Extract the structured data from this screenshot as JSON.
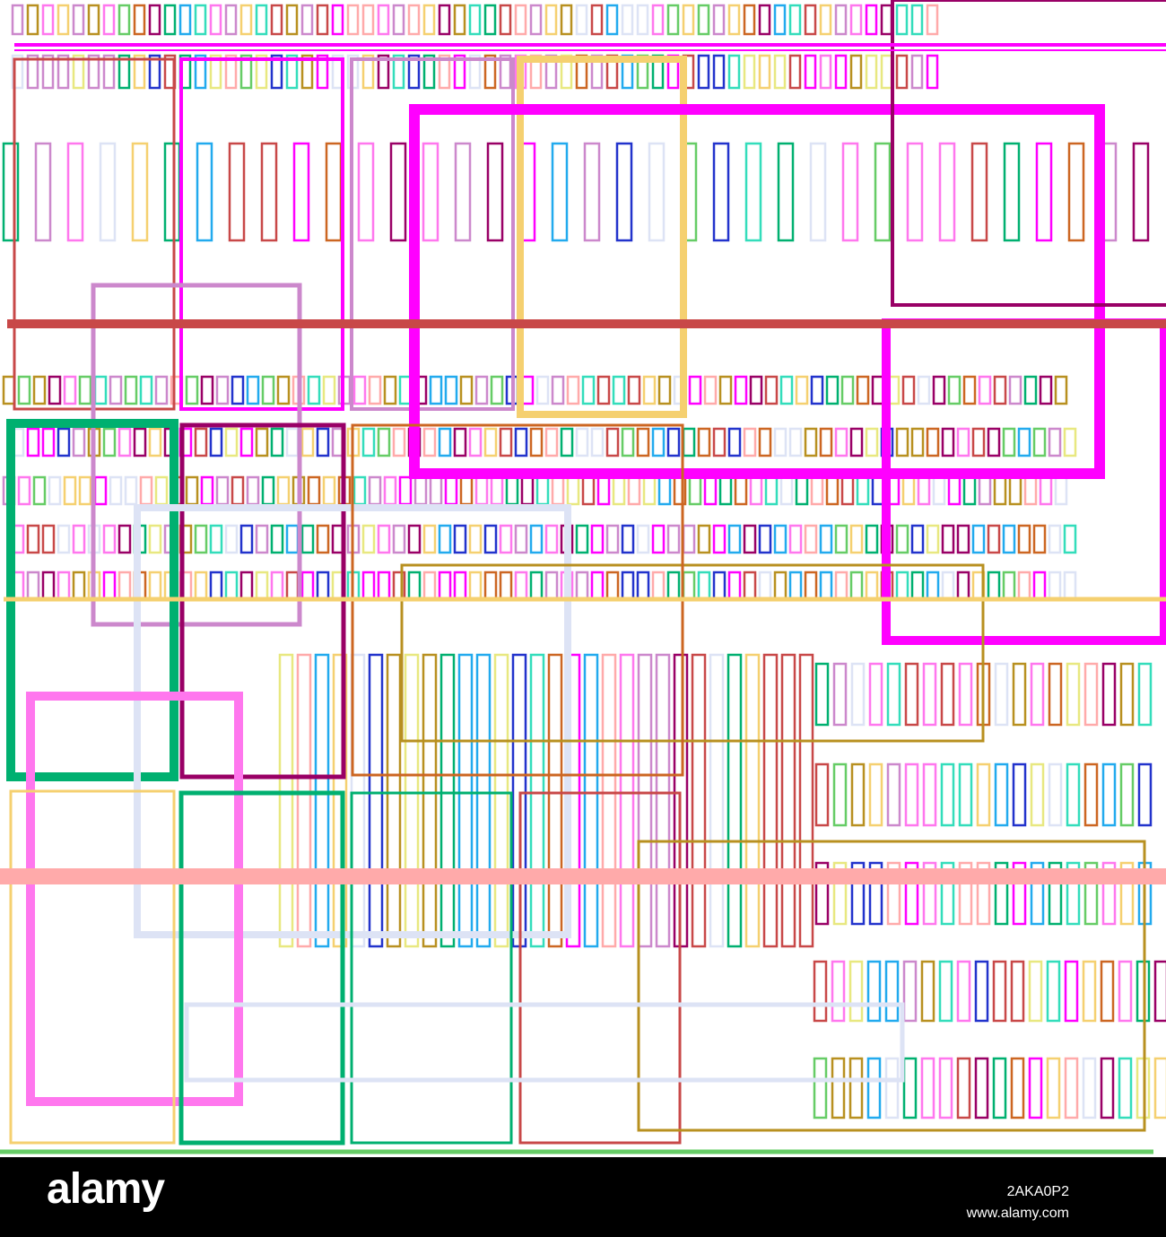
{
  "palette": {
    "magenta": "#ff00ff",
    "pink": "#ff77ee",
    "lightpink": "#ffaaaa",
    "rust": "#c84848",
    "gold": "#f5d070",
    "green": "#00b070",
    "lavender": "#dde3f5",
    "plum": "#990066",
    "mauve": "#cc88cc",
    "olive": "#b89020",
    "brown": "#cc6622",
    "teal": "#33ddbb",
    "blue": "#2233cc",
    "sky": "#22aaee",
    "yellow": "#e8e880",
    "grass": "#66cc66"
  },
  "footer": {
    "logo": "alamy",
    "image_code": "2AKA0P2",
    "url": "www.alamy.com"
  }
}
